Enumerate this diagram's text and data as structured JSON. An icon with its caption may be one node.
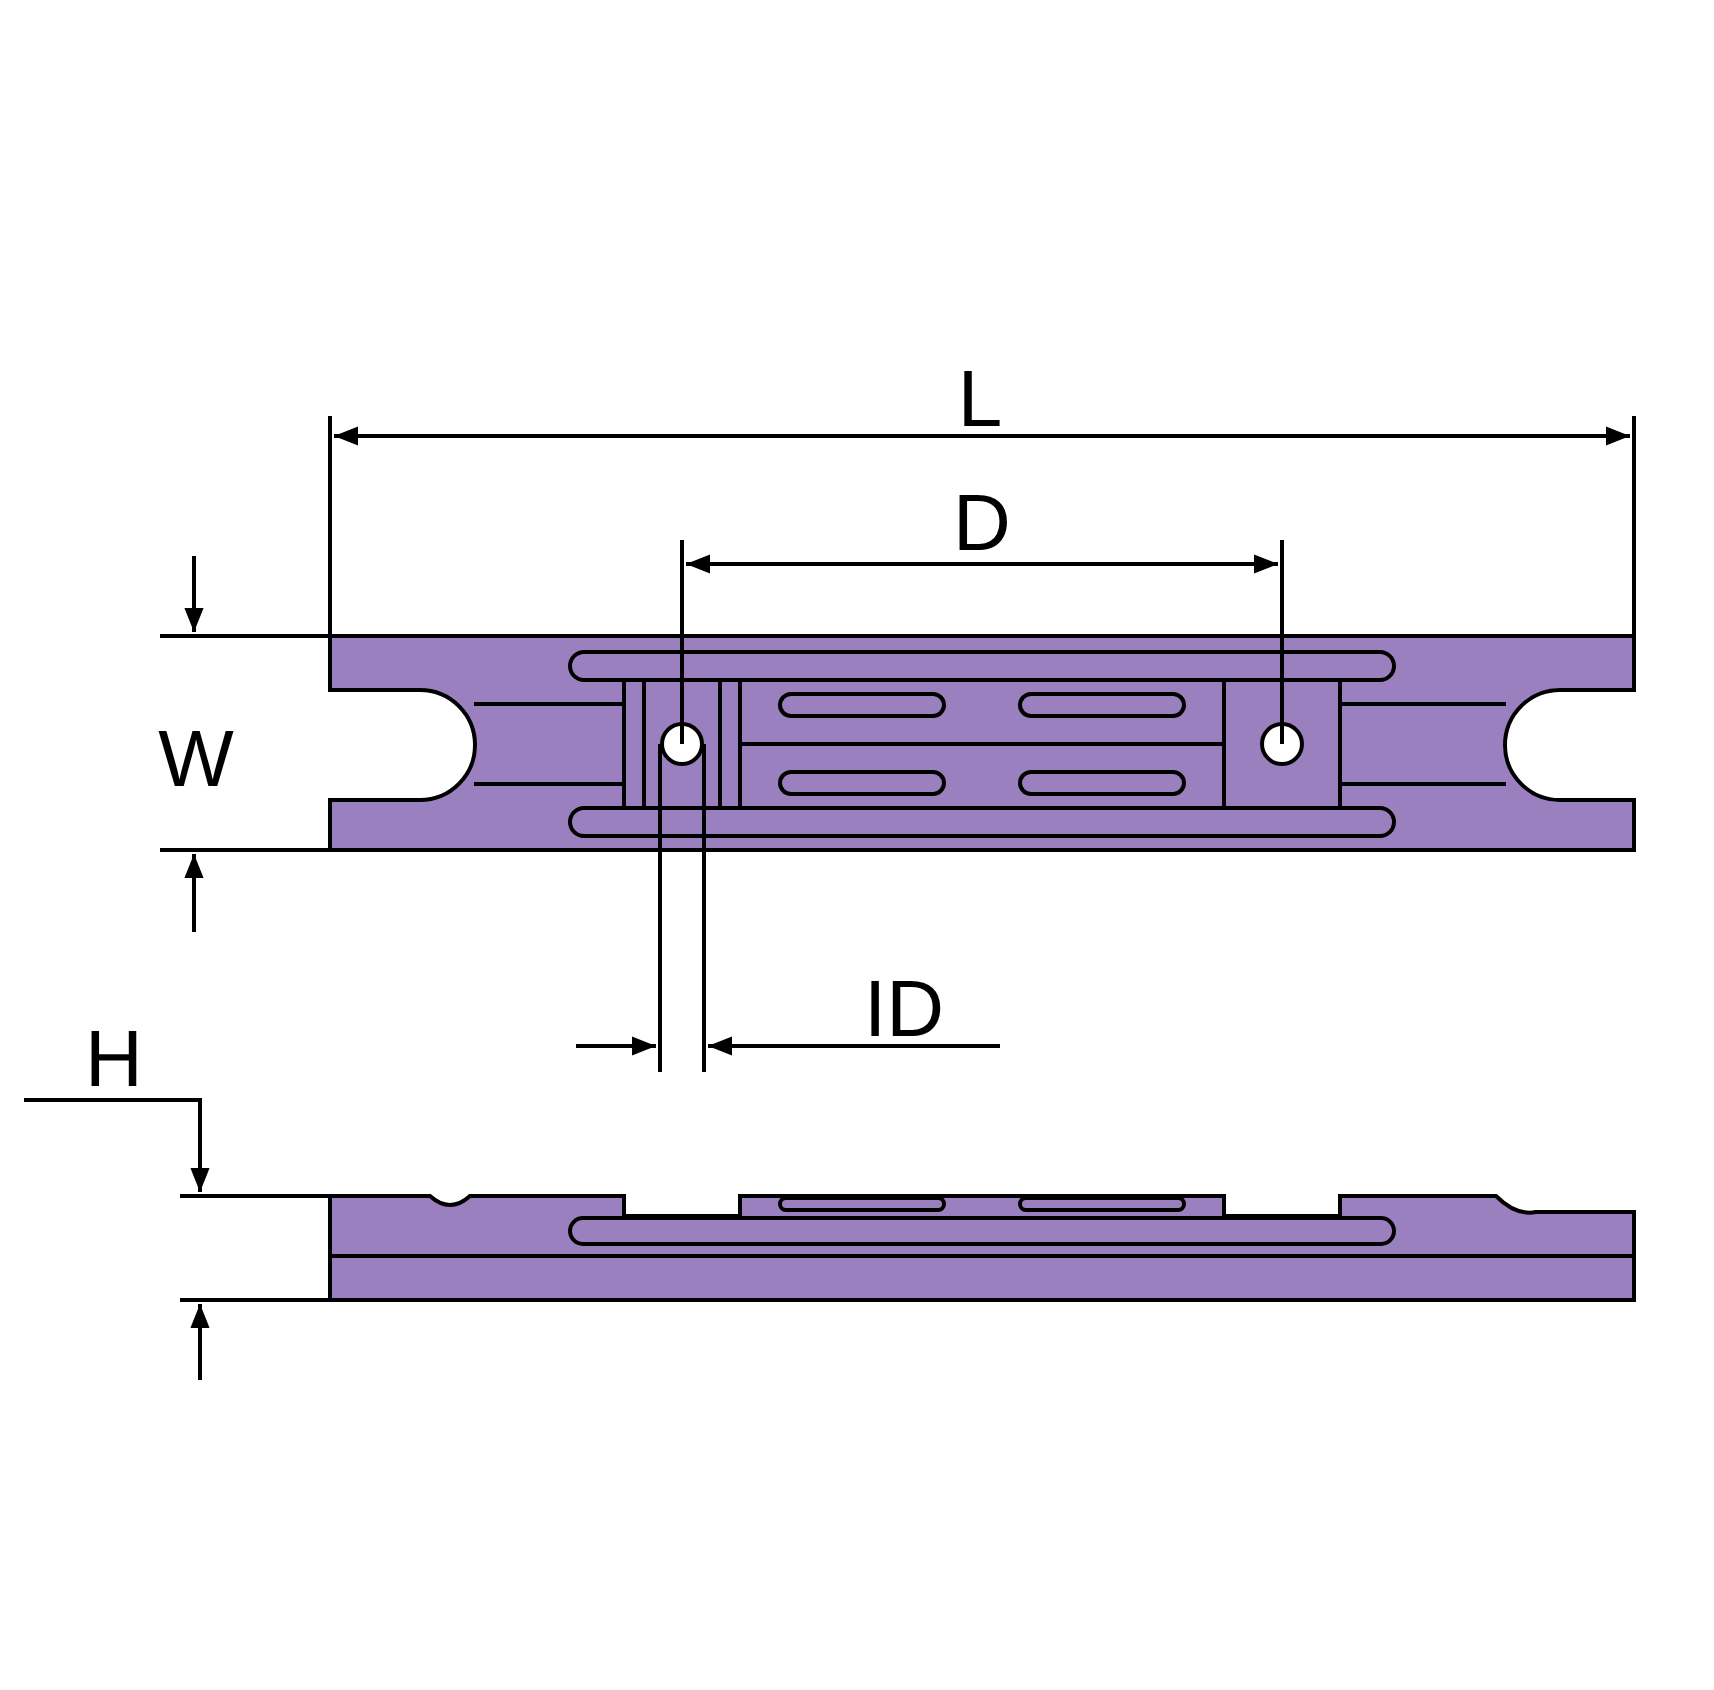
{
  "diagram": {
    "labels": [
      "L",
      "D",
      "W",
      "ID",
      "H"
    ]
  }
}
